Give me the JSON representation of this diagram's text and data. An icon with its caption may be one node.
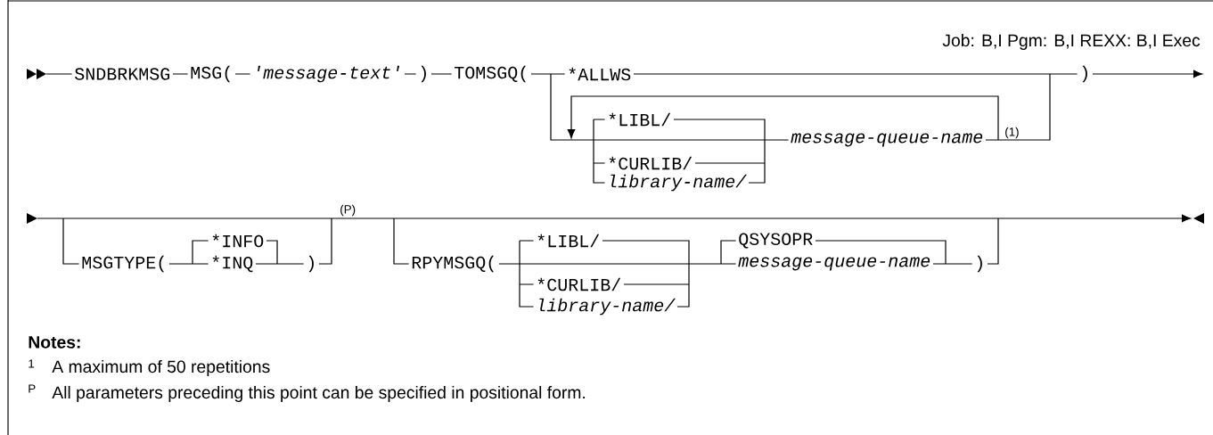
{
  "diagram": {
    "labels": [
      "Job: B,I  Pgm: B,I  REXX: B,I  Exec",
      "SNDBRKMSG",
      "MSG(",
      "'message-text'",
      ")",
      "TOMSGQ(",
      "*ALLWS",
      ")",
      "*LIBL/",
      "message-queue-name",
      "(1)",
      "*CURLIB/",
      "library-name/",
      "MSGTYPE(",
      "*INFO",
      "*INQ",
      ")",
      "(P)",
      "RPYMSGQ(",
      "*LIBL/",
      "QSYSOPR",
      "message-queue-name",
      ")",
      "*CURLIB/",
      "library-name/",
      "Notes:",
      "1",
      "A maximum of 50 repetitions",
      "P",
      "All parameters preceding this point can be specified in positional form."
    ]
  }
}
